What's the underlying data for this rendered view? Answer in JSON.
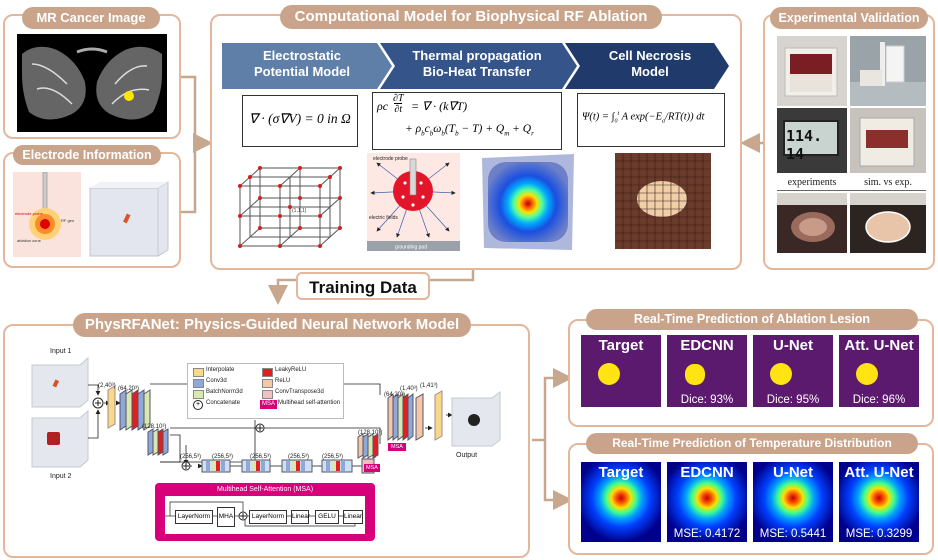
{
  "panels": {
    "mr_title": "MR Cancer Image",
    "electrode_title": "Electrode Information",
    "comp_title": "Computational Model for Biophysical RF Ablation",
    "exp_title": "Experimental Validation",
    "training_data": "Training Data",
    "physrfanet_title": "PhysRFANet: Physics-Guided Neural Network Model",
    "lesion_title": "Real-Time Prediction of Ablation Lesion",
    "temp_title": "Real-Time Prediction of Temperature Distribution"
  },
  "pipeline": {
    "step1": [
      "Electrostatic",
      "Potential Model"
    ],
    "step2": [
      "Thermal propagation",
      "Bio-Heat Transfer"
    ],
    "step3": [
      "Cell Necrosis",
      "Model"
    ]
  },
  "colors": {
    "step1": "#5f7fa8",
    "step2": "#34548a",
    "step3": "#1f3a6b",
    "accent": "#c9a48a"
  },
  "experimental": {
    "caption_left": "experiments",
    "caption_right": "sim. vs exp.",
    "display_reading": "114. 14"
  },
  "figure_labels": {
    "electrode_probe": "electrode probe",
    "electric_fields": "electric fields",
    "grounding_pad": "grounding pad",
    "electrode_probe_small": "electrode probe",
    "rf_gen": "RF gen",
    "ablation_zone": "ablation zone",
    "mesh_label": "(1,1,1)"
  },
  "network": {
    "input1": "Input 1",
    "input2": "Input 2",
    "output": "Output",
    "dims": {
      "d1": "(2,40³)",
      "d2": "(64,20³)",
      "d3": "(128,10³)",
      "d4a": "(256,5³)",
      "d4b": "(256,5³)",
      "d4c": "(256,5³)",
      "d4d": "(256,5³)",
      "d4e": "(256,5³)",
      "d5": "(128,10³)",
      "d6": "(64,20³)",
      "d7": "(1,40³)",
      "d8": "(1,41³)"
    },
    "legend": {
      "interpolate": "Interpolate",
      "conv3d": "Conv3d",
      "batchnorm": "BatchNorm3d",
      "concat": "Concatenate",
      "leakyrelu": "LeakyReLU",
      "relu": "ReLU",
      "convtranspose": "ConvTranspose3d",
      "msa_tag": "MSA",
      "msa_desc": "Multihead self-attention"
    },
    "msa_block": {
      "title": "Multihead Self-Attention (MSA)",
      "layernorm1": "LayerNorm",
      "mha": "MHA",
      "layernorm2": "LayerNorm",
      "linear1": "Linear",
      "gelu": "GELU",
      "linear2": "Linear"
    },
    "msa_tag_small": "MSA"
  },
  "lesion": {
    "cards": [
      {
        "title": "Target",
        "metric": ""
      },
      {
        "title": "EDCNN",
        "metric": "Dice: 93%"
      },
      {
        "title": "U-Net",
        "metric": "Dice: 95%"
      },
      {
        "title": "Att. U-Net",
        "metric": "Dice: 96%"
      }
    ]
  },
  "temperature": {
    "cards": [
      {
        "title": "Target",
        "metric": ""
      },
      {
        "title": "EDCNN",
        "metric": "MSE: 0.4172"
      },
      {
        "title": "U-Net",
        "metric": "MSE: 0.5441"
      },
      {
        "title": "Att. U-Net",
        "metric": "MSE: 0.3299"
      }
    ]
  }
}
